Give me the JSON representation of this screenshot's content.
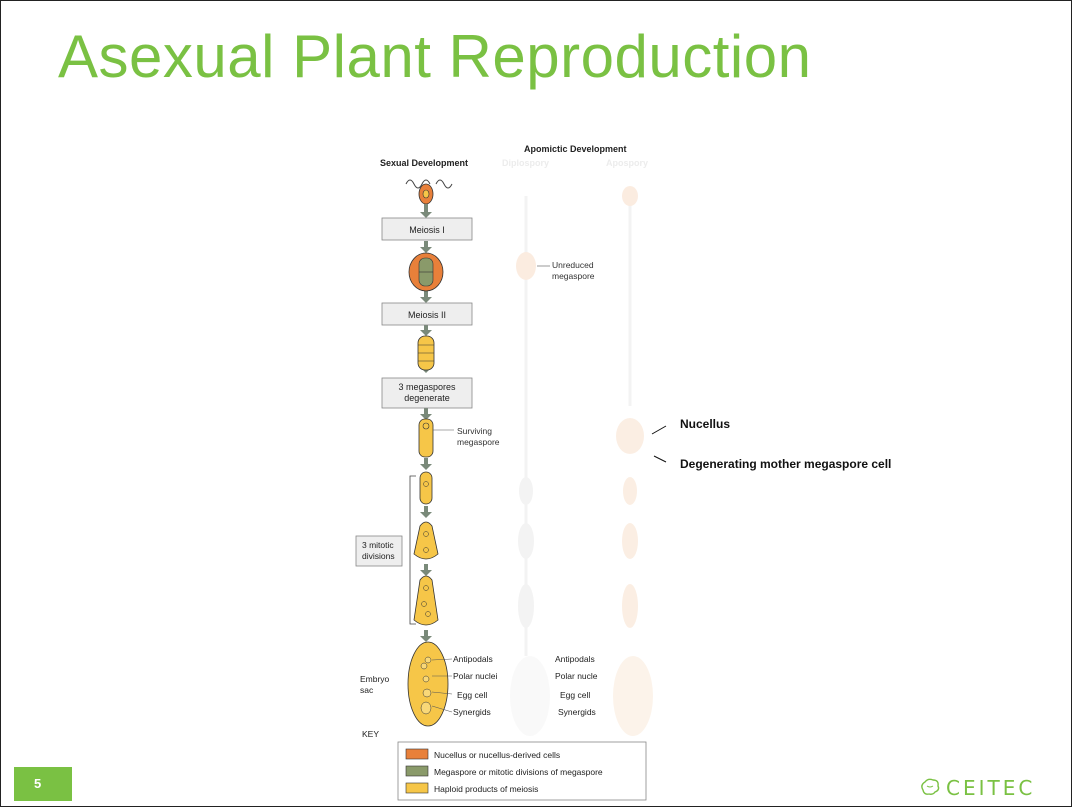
{
  "slide": {
    "title": "Asexual Plant Reproduction",
    "page_number": "5",
    "logo_text": "CEITEC"
  },
  "diagram": {
    "header_apomictic": "Apomictic Development",
    "header_sexual": "Sexual Development",
    "header_diplospory": "Diplospory",
    "header_apospory": "Apospory",
    "meiosis1": "Meiosis I",
    "meiosis2": "Meiosis II",
    "degenerate_line1": "3 megaspores",
    "degenerate_line2": "degenerate",
    "surviving_line1": "Surviving",
    "surviving_line2": "megaspore",
    "unreduced_line1": "Unreduced",
    "unreduced_line2": "megaspore",
    "mitotic_line1": "3 mitotic",
    "mitotic_line2": "divisions",
    "embryo_line1": "Embryo",
    "embryo_line2": "sac",
    "antipodals": "Antipodals",
    "polar_nuclei": "Polar nuclei",
    "egg_cell": "Egg cell",
    "synergids": "Synergids",
    "antipodals_2": "Antipodals",
    "polar_nuclei_2": "Polar nucle",
    "egg_cell_2": "Egg cell",
    "synergids_2": "Synergids",
    "key_title": "KEY",
    "key_items": [
      {
        "label": "Nucellus or nucellus-derived cells",
        "color": "#e8803a"
      },
      {
        "label": "Megaspore or mitotic divisions of megaspore",
        "color": "#8a9a6a"
      },
      {
        "label": "Haploid products of meiosis",
        "color": "#f6c648"
      }
    ]
  },
  "annotations": {
    "nucellus": "Nucellus",
    "degenerating": "Degenerating mother megaspore cell"
  },
  "colors": {
    "accent_green": "#7ac143",
    "nucellus_orange": "#e8803a",
    "megaspore_olive": "#8a9a6a",
    "haploid_yellow": "#f6c648"
  }
}
